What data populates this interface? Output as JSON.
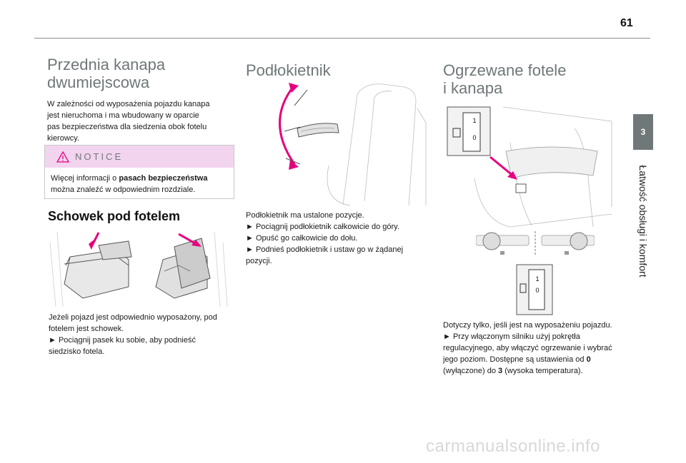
{
  "page_number": "61",
  "chapter_tab": "3",
  "chapter_title": "Łatwość obsługi i komfort",
  "col1": {
    "title_line1": "Przednia kanapa",
    "title_line2": "dwumiejscowa",
    "para_lines": [
      "W zależności od wyposażenia pojazdu kanapa",
      "jest nieruchoma i ma wbudowany w oparcie",
      "pas bezpieczeństwa dla siedzenia obok fotelu",
      "kierowcy."
    ],
    "notice_label": "NOTICE",
    "notice_line1_pre": "Więcej informacji o ",
    "notice_line1_bold": "pasach bezpieczeństwa",
    "notice_line2": "można znaleźć w odpowiednim rozdziale.",
    "subheading": "Schowek pod fotelem",
    "bottom_lines": [
      "Jeżeli pojazd jest odpowiednio wyposażony, pod",
      "fotelem jest schowek.",
      "► Pociągnij pasek ku sobie, aby podnieść",
      "siedzisko fotela."
    ]
  },
  "col2": {
    "title": "Podłokietnik",
    "lines": [
      "Podłokietnik ma ustalone pozycje.",
      "► Pociągnij podłokietnik całkowicie do góry.",
      "► Opuść go całkowicie do dołu.",
      "► Podnieś podłokietnik i ustaw go w żądanej",
      "pozycji."
    ]
  },
  "col3": {
    "title_line1": "Ogrzewane fotele",
    "title_line2": "i kanapa",
    "knob_top_digit": "1",
    "knob_bottom_digit": "0",
    "line1": "Dotyczy tylko, jeśli jest na wyposażeniu pojazdu.",
    "line2": "► Przy włączonym silniku użyj pokrętła",
    "line3": "regulacyjnego, aby włączyć ogrzewanie i wybrać",
    "line4_pre": "jego poziom. Dostępne są ustawienia od ",
    "line4_bold": "0",
    "line5_pre": "(wyłączone) do ",
    "line5_bold": "3",
    "line5_post": " (wysoka temperatura)."
  },
  "colors": {
    "heading_gray": "#6f7779",
    "notice_pink": "#f3d4ef",
    "accent_magenta": "#e6007e",
    "tab_gray": "#6f7779"
  },
  "watermark": "carmanualsonline.info"
}
